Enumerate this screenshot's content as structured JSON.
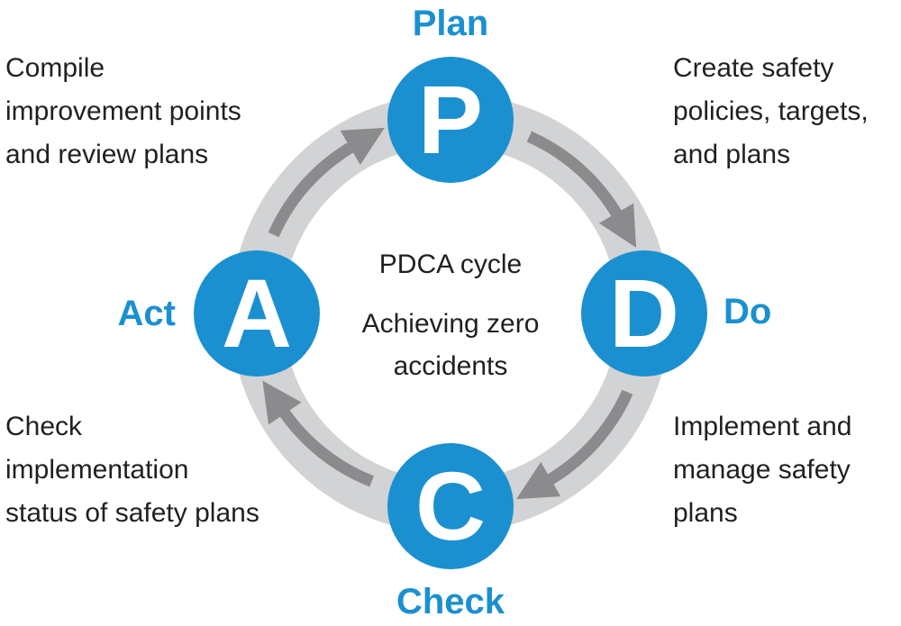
{
  "diagram": {
    "center": {
      "title": "PDCA cycle",
      "subtitle": "Achieving zero\naccidents"
    },
    "nodes": {
      "plan": {
        "letter": "P",
        "label": "Plan",
        "description": "Create safety\npolicies, targets,\nand plans"
      },
      "do": {
        "letter": "D",
        "label": "Do",
        "description": "Implement and\nmanage safety\nplans"
      },
      "check": {
        "letter": "C",
        "label": "Check",
        "description": "Check\nimplementation\nstatus of safety plans"
      },
      "act": {
        "letter": "A",
        "label": "Act",
        "description": "Compile\nimprovement points\nand review plans"
      }
    },
    "colors": {
      "node_blue": "#1b90d0",
      "label_blue": "#1b90d0",
      "ring_gray": "#d2d3d4",
      "arrow_gray": "#8b8b8d",
      "text_dark": "#231f20",
      "background": "#ffffff"
    },
    "flow_direction": "clockwise"
  }
}
